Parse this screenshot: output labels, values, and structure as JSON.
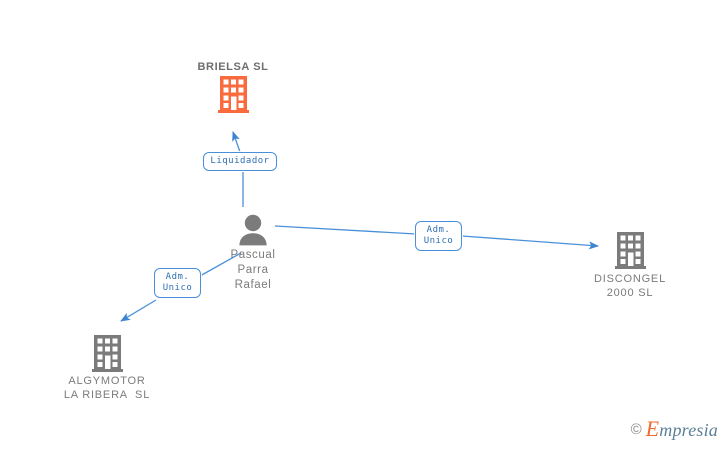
{
  "diagram": {
    "title": "BRIELSA SL",
    "background": "#ffffff",
    "colors": {
      "accent_orange": "#f96a3c",
      "company_gray": "#7b7b7b",
      "edge_blue": "#3f84d2",
      "box_border": "#4a90d9",
      "box_text": "#2f6fb5"
    },
    "nodes": [
      {
        "id": "brielsa",
        "label": "BRIELSA SL",
        "icon": "building-icon",
        "icon_color": "#f96a3c",
        "role": "main-company"
      },
      {
        "id": "pascual",
        "label": "Pascual\nParra\nRafael",
        "label_lines": [
          "Pascual",
          "Parra",
          "Rafael"
        ],
        "icon": "person-icon",
        "icon_color": "#7b7b7b",
        "role": "person"
      },
      {
        "id": "algymotor",
        "label": "ALGYMOTOR\nLA RIBERA  SL",
        "label_lines": [
          "ALGYMOTOR",
          "LA RIBERA  SL"
        ],
        "icon": "building-icon",
        "icon_color": "#7b7b7b",
        "role": "related-company"
      },
      {
        "id": "discongel",
        "label": "DISCONGEL\n2000 SL",
        "label_lines": [
          "DISCONGEL",
          "2000 SL"
        ],
        "icon": "building-icon",
        "icon_color": "#7b7b7b",
        "role": "related-company"
      }
    ],
    "edges": [
      {
        "id": "edge-pascual-brielsa",
        "from": "pascual",
        "to": "brielsa",
        "label": "Liquidador",
        "label_lines": [
          "Liquidador"
        ]
      },
      {
        "id": "edge-pascual-discongel",
        "from": "pascual",
        "to": "discongel",
        "label": "Adm.\nUnico",
        "label_lines": [
          "Adm.",
          "Unico"
        ]
      },
      {
        "id": "edge-pascual-algymotor",
        "from": "pascual",
        "to": "algymotor",
        "label": "Adm.\nUnico",
        "label_lines": [
          "Adm.",
          "Unico"
        ]
      }
    ]
  },
  "watermark": {
    "copyright": "©",
    "brand_initial": "E",
    "brand_rest": "mpresia"
  }
}
